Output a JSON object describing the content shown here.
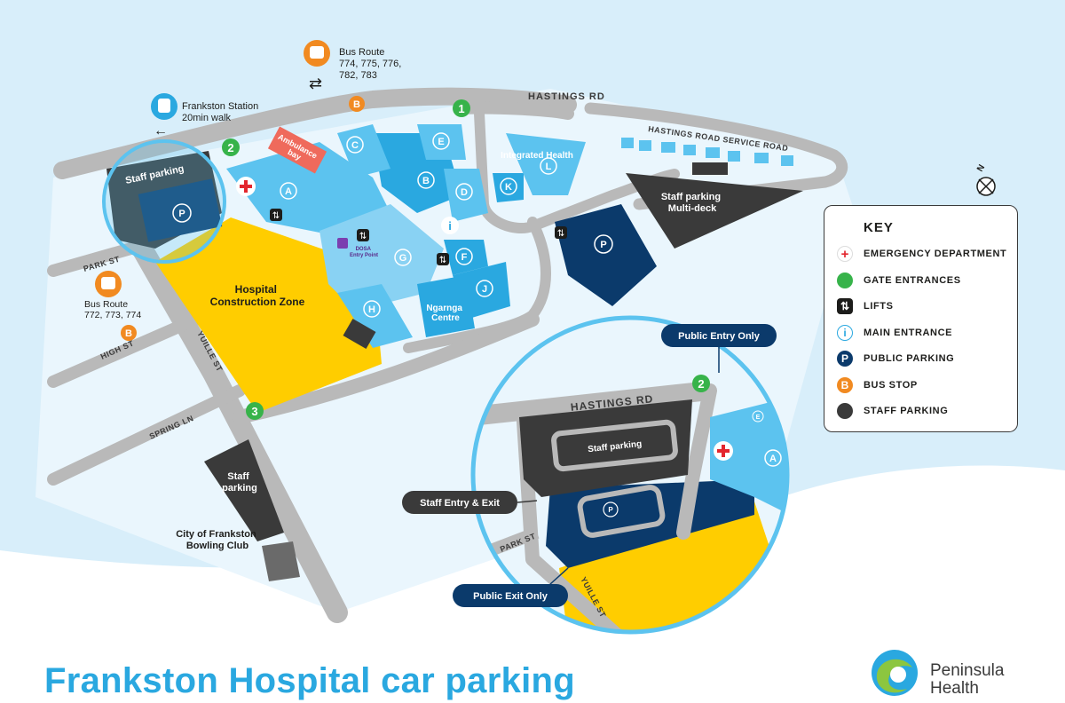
{
  "title": "Frankston Hospital car parking",
  "brand": {
    "line1": "Peninsula",
    "line2": "Health"
  },
  "colors": {
    "sea": "#d8eefa",
    "road": "#b9b9b9",
    "building_light": "#5cc3ef",
    "building_mid": "#2aa8e0",
    "building_dark": "#0b3a6b",
    "construction": "#ffcd00",
    "staff_parking": "#3a3a3a",
    "ambulance": "#ef6a5c",
    "emergency": "#e3262e",
    "gate": "#37b34a",
    "bus": "#f18a21"
  },
  "roads": {
    "hastings_rd": "HASTINGS RD",
    "hastings_service_rd": "HASTINGS ROAD SERVICE ROAD",
    "park_st": "PARK ST",
    "high_st": "HIGH ST",
    "yuille_st": "YUILLE ST",
    "spring_ln": "SPRING LN"
  },
  "transport": {
    "bus_route_north": {
      "line1": "Bus Route",
      "line2": "774, 775, 776,",
      "line3": "782, 783",
      "icon": "bus-icon"
    },
    "bus_route_west": {
      "line1": "Bus Route",
      "line2": "772, 773, 774",
      "icon": "bus-icon"
    },
    "train": {
      "line1": "Frankston Station",
      "line2": "20min walk",
      "icon": "train-icon"
    },
    "bus_stop_letter": "B"
  },
  "areas": {
    "staff_parking_nw": "Staff parking",
    "public_parking_letter": "P",
    "construction_line1": "Hospital",
    "construction_line2": "Construction Zone",
    "ambulance_line1": "Ambulance",
    "ambulance_line2": "bay",
    "multideck_line1": "Staff parking",
    "multideck_line2": "Multi-deck",
    "staff_parking_south_line1": "Staff",
    "staff_parking_south_line2": "parking",
    "bowling_line1": "City of Frankston",
    "bowling_line2": "Bowling Club",
    "integrated_health": "Integrated Health",
    "ngarnga_line1": "Ngarnga",
    "ngarnga_line2": "Centre",
    "dosa_line1": "DOSA",
    "dosa_line2": "Entry Point"
  },
  "buildings": [
    "A",
    "B",
    "C",
    "D",
    "E",
    "F",
    "G",
    "H",
    "J",
    "K",
    "L"
  ],
  "gates": [
    "1",
    "2",
    "3"
  ],
  "compass": "N",
  "inset": {
    "road": "HASTINGS RD",
    "staff_parking": "Staff parking",
    "public_parking": "P",
    "park_st": "PARK ST",
    "yuille_st": "YUILLE ST",
    "gate": "2",
    "building_a": "A",
    "building_e": "E",
    "callout_public_entry": "Public Entry Only",
    "callout_staff": "Staff Entry & Exit",
    "callout_public_exit": "Public Exit Only"
  },
  "key": {
    "title": "KEY",
    "items": [
      {
        "label": "EMERGENCY DEPARTMENT",
        "icon": "emergency-cross-icon",
        "symbol": "+",
        "color": "#e3262e"
      },
      {
        "label": "GATE ENTRANCES",
        "icon": "gate-icon",
        "symbol": "",
        "color": "#37b34a"
      },
      {
        "label": "LIFTS",
        "icon": "lift-icon",
        "symbol": "⇅",
        "color": "#1d1d1b"
      },
      {
        "label": "MAIN ENTRANCE",
        "icon": "info-icon",
        "symbol": "i",
        "color": "#2aa8e0"
      },
      {
        "label": "PUBLIC PARKING",
        "icon": "parking-icon",
        "symbol": "P",
        "color": "#0b3a6b"
      },
      {
        "label": "BUS STOP",
        "icon": "bus-stop-icon",
        "symbol": "B",
        "color": "#f18a21"
      },
      {
        "label": "STAFF PARKING",
        "icon": "staff-parking-icon",
        "symbol": "",
        "color": "#3a3a3a"
      }
    ]
  }
}
